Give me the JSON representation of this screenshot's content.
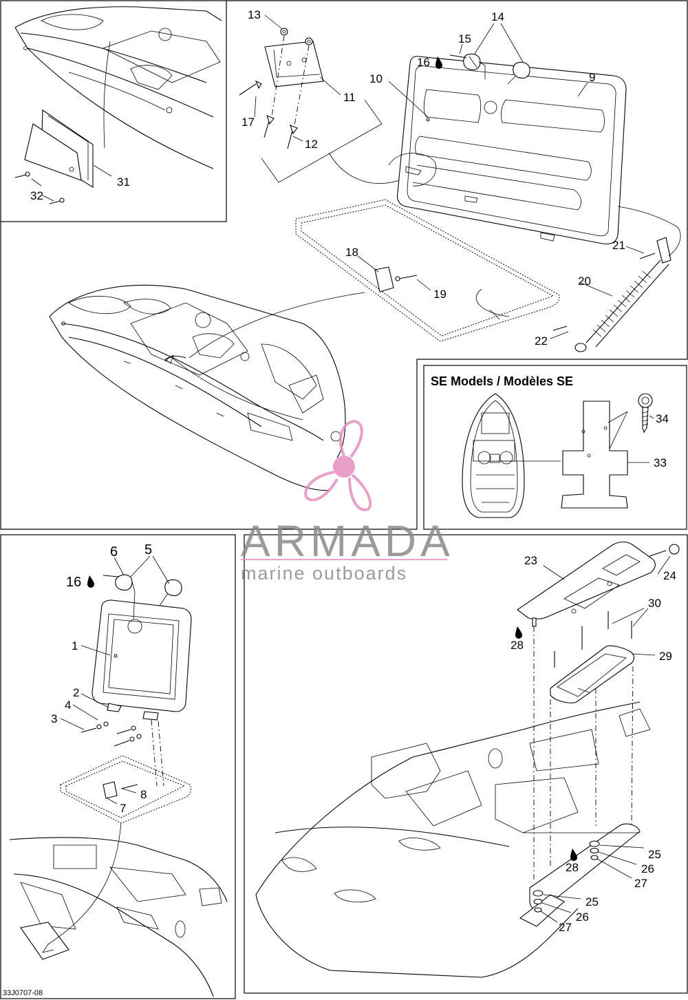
{
  "panels": {
    "se_models": {
      "title": "SE Models / Modèles SE"
    }
  },
  "callouts": {
    "c1": "1",
    "c2": "2",
    "c3": "3",
    "c4": "4",
    "c5": "5",
    "c6": "6",
    "c7": "7",
    "c8": "8",
    "c9": "9",
    "c10": "10",
    "c11": "11",
    "c12": "12",
    "c13": "13",
    "c14": "14",
    "c15": "15",
    "c16a": "16",
    "c16b": "16",
    "c17": "17",
    "c18": "18",
    "c19": "19",
    "c20": "20",
    "c21": "21",
    "c22": "22",
    "c23": "23",
    "c24": "24",
    "c25a": "25",
    "c25b": "25",
    "c26a": "26",
    "c26b": "26",
    "c27a": "27",
    "c27b": "27",
    "c28a": "28",
    "c28b": "28",
    "c29": "29",
    "c30": "30",
    "c31": "31",
    "c32": "32",
    "c33": "33",
    "c34": "34"
  },
  "watermark": {
    "brand": "ARMADA",
    "tagline": "marine outboards",
    "color": "#e58fbf"
  },
  "figure_code": "33J0707-08"
}
